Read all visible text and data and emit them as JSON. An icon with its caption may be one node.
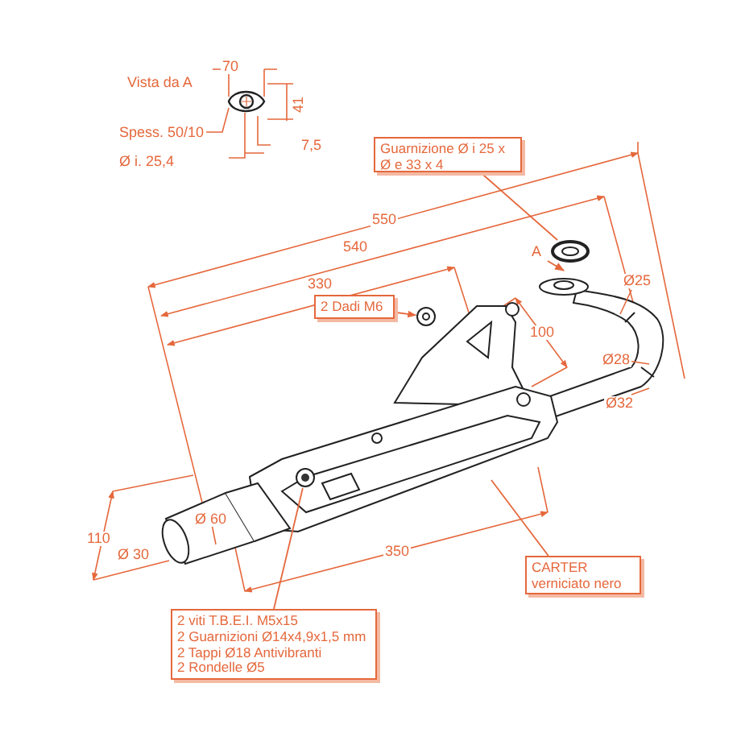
{
  "diagram": {
    "nodes": [
      {
        "text": [
          "Guarnizione Ø i 25 x Ø e 33 x 4"
        ]
      },
      {
        "text": [
          "2 Dadi M6"
        ]
      },
      {
        "text": [
          "2 viti T.B.E.I. M5x15",
          "2 Guarnizioni Ø14x4,9x1,5 mm",
          "2 Tappi Ø18 Antivibranti",
          "2 Rondelle Ø5"
        ]
      },
      {
        "text": [
          "CARTER verniciato nero"
        ]
      },
      {
        "text": [],
        "shape": "picture"
      },
      {
        "text": [],
        "shape": "picture"
      },
      {
        "text": [],
        "shape": "picture"
      }
    ],
    "edges": [
      {
        "from": 0,
        "to": 4,
        "arrow": "none"
      },
      {
        "from": 1,
        "to": 5,
        "arrow": "to"
      },
      {
        "from": 2,
        "to": 6,
        "arrow": "none"
      },
      {
        "from": 3,
        "to": null,
        "arrow": "none"
      }
    ],
    "labels": [
      "Vista da A",
      "70",
      "41",
      "Spess. 50/10",
      "7,5",
      "Ø i. 25,4",
      "550",
      "540",
      "330",
      "100",
      "A",
      "Ø25",
      "Ø28",
      "Ø32",
      "Ø 60",
      "110",
      "Ø 30",
      "350"
    ]
  }
}
